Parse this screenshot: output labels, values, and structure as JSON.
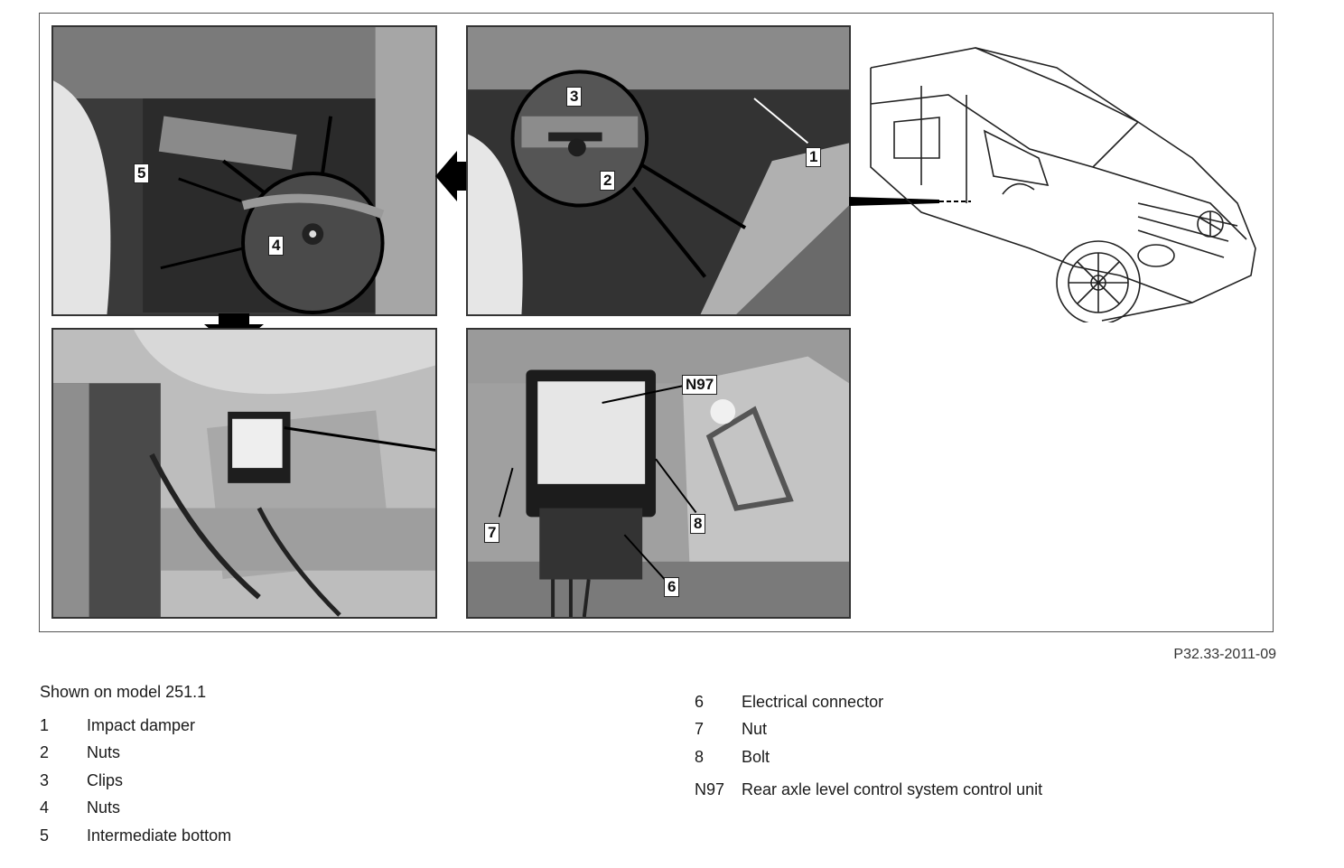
{
  "figure": {
    "id": "P32.33-2011-09",
    "callouts": {
      "c1": "1",
      "c2": "2",
      "c3": "3",
      "c4": "4",
      "c5": "5",
      "c6": "6",
      "c7": "7",
      "c8": "8",
      "cN97": "N97"
    }
  },
  "caption": "Shown on model 251.1",
  "legend_left": [
    {
      "key": "1",
      "label": "Impact damper"
    },
    {
      "key": "2",
      "label": "Nuts"
    },
    {
      "key": "3",
      "label": "Clips"
    },
    {
      "key": "4",
      "label": "Nuts"
    },
    {
      "key": "5",
      "label": "Intermediate bottom"
    }
  ],
  "legend_right": [
    {
      "key": "6",
      "label": "Electrical connector"
    },
    {
      "key": "7",
      "label": "Nut"
    },
    {
      "key": "8",
      "label": "Bolt"
    },
    {
      "key": "N97",
      "label": "Rear axle level control system control unit"
    }
  ]
}
